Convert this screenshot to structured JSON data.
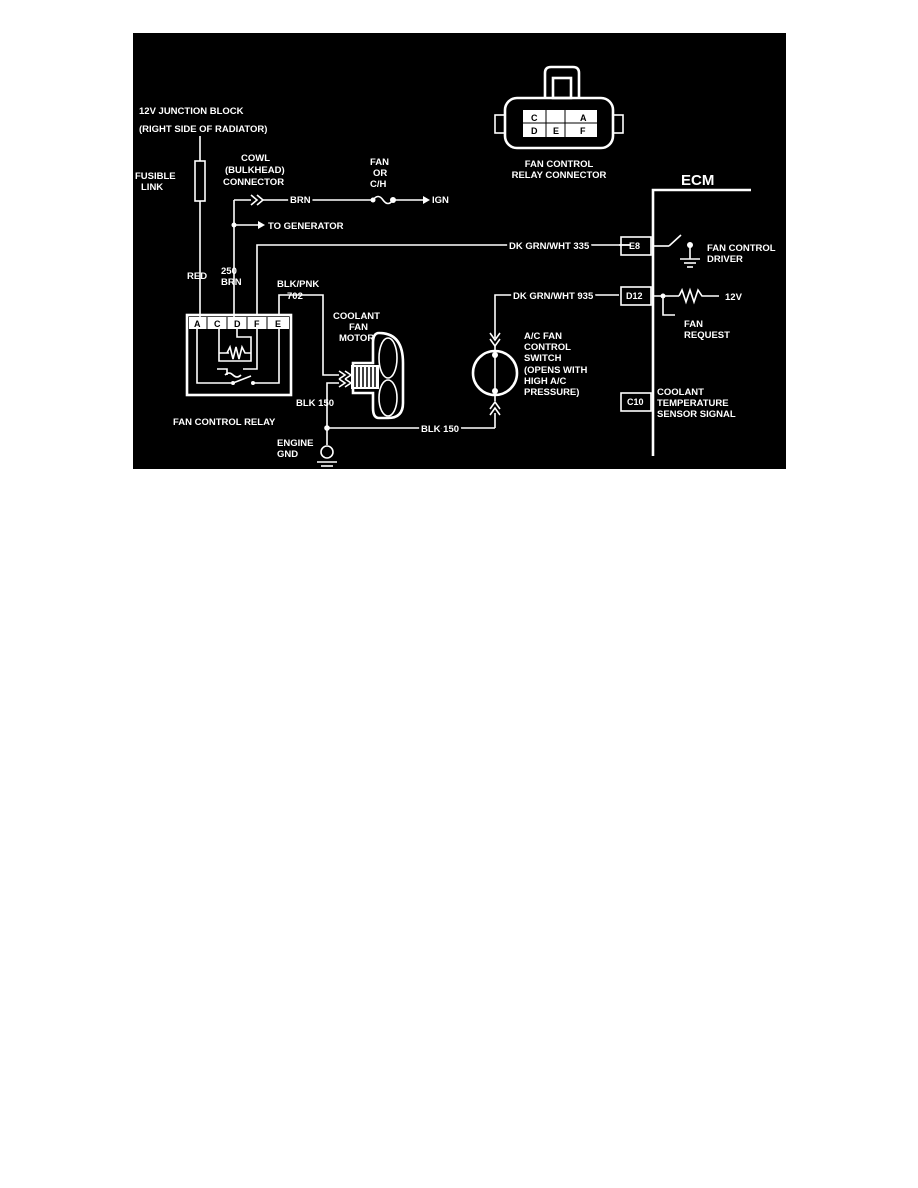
{
  "diagram": {
    "labels": {
      "junction_block_line1": "12V JUNCTION BLOCK",
      "junction_block_line2": "(RIGHT SIDE OF RADIATOR)",
      "fusible_link_line1": "FUSIBLE",
      "fusible_link_line2": "LINK",
      "cowl_line1": "COWL",
      "cowl_line2": "(BULKHEAD)",
      "cowl_line3": "CONNECTOR",
      "brn": "BRN",
      "fan_fuse_line1": "FAN",
      "fan_fuse_line2": "OR",
      "fan_fuse_line3": "C/H",
      "ign": "IGN",
      "to_generator": "TO GENERATOR",
      "red": "RED",
      "brn_250_line1": "250",
      "brn_250_line2": "BRN",
      "blk_pnk_line1": "BLK/PNK",
      "blk_pnk_line2": "702",
      "coolant_fan_motor_line1": "COOLANT",
      "coolant_fan_motor_line2": "FAN",
      "coolant_fan_motor_line3": "MOTOR",
      "blk150_motor": "BLK 150",
      "blk150_switch": "BLK 150",
      "engine_gnd_line1": "ENGINE",
      "engine_gnd_line2": "GND",
      "fan_control_relay": "FAN CONTROL RELAY",
      "relay_connector_line1": "FAN CONTROL",
      "relay_connector_line2": "RELAY CONNECTOR",
      "ecm": "ECM",
      "dk_grn_335": "DK GRN/WHT 335",
      "dk_grn_935": "DK GRN/WHT 935",
      "fan_control_driver_line1": "FAN CONTROL",
      "fan_control_driver_line2": "DRIVER",
      "twelve_v": "12V",
      "fan_request_line1": "FAN",
      "fan_request_line2": "REQUEST",
      "ac_switch_line1": "A/C FAN",
      "ac_switch_line2": "CONTROL",
      "ac_switch_line3": "SWITCH",
      "ac_switch_line4": "(OPENS WITH",
      "ac_switch_line5": "HIGH A/C",
      "ac_switch_line6": "PRESSURE)",
      "coolant_sensor_line1": "COOLANT",
      "coolant_sensor_line2": "TEMPERATURE",
      "coolant_sensor_line3": "SENSOR SIGNAL"
    },
    "relay_pins": [
      "A",
      "C",
      "D",
      "F",
      "E"
    ],
    "connector_pins_top": [
      "C",
      "A"
    ],
    "connector_pins_bottom": [
      "D",
      "E",
      "F"
    ],
    "ecm_pins": {
      "e8": "E8",
      "d12": "D12",
      "c10": "C10"
    }
  }
}
